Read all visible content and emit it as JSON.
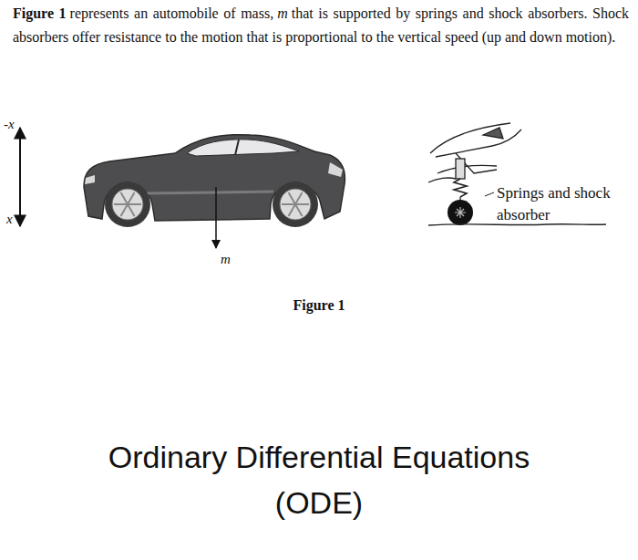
{
  "diagram": {
    "labels": [
      "Figure 1",
      "represents an automobile of mass,",
      "m",
      "that is supported by springs and shock absorbers. Shock absorbers offer resistance to the motion that is proportional to the vertical speed (up and down motion).",
      "-x",
      "x",
      "m",
      "Springs and shock absorber",
      "Figure 1",
      "Ordinary Differential Equations (ODE)"
    ]
  }
}
